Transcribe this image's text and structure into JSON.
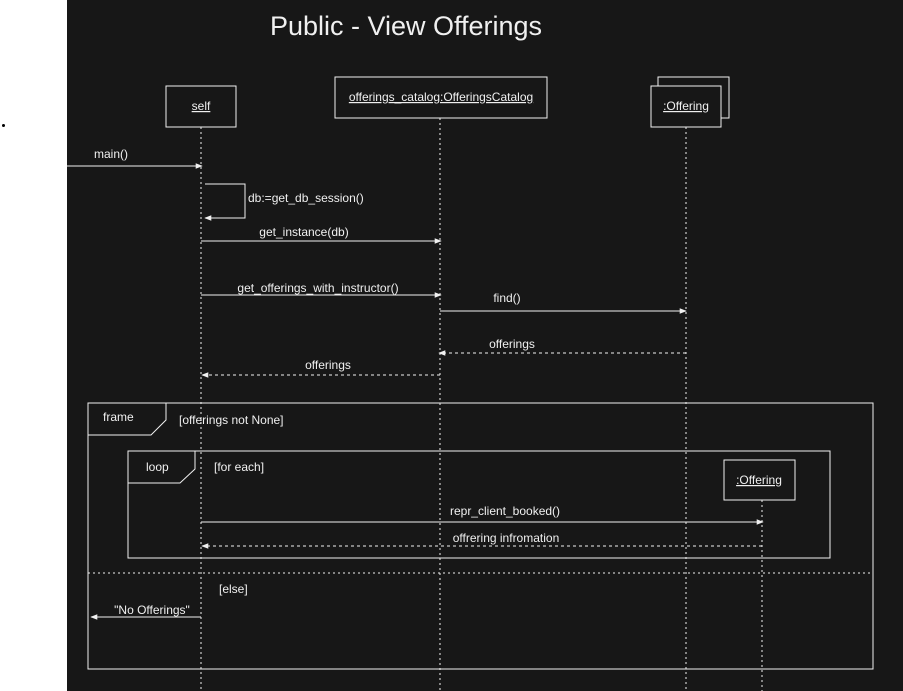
{
  "title": "Public - View Offerings",
  "participants": {
    "self": "self",
    "catalog": "offerings_catalog:OfferingsCatalog",
    "offering": ":Offering",
    "offering_inner": ":Offering"
  },
  "messages": {
    "main": "main()",
    "get_db_session": "db:=get_db_session()",
    "get_instance": "get_instance(db)",
    "get_offerings": "get_offerings_with_instructor()",
    "find": "find()",
    "return_offerings_1": "offerings",
    "return_offerings_2": "offerings",
    "repr_client_booked": "repr_client_booked()",
    "offering_information": "offrering infromation",
    "no_offerings": "\"No Offerings\""
  },
  "fragments": {
    "frame_label": "frame",
    "frame_guard": "[offerings not None]",
    "loop_label": "loop",
    "loop_guard": "[for each]",
    "else_guard": "[else]"
  },
  "colors": {
    "background": "#171717",
    "foreground": "#f0f0f0",
    "outer_margin": "#ffffff"
  }
}
